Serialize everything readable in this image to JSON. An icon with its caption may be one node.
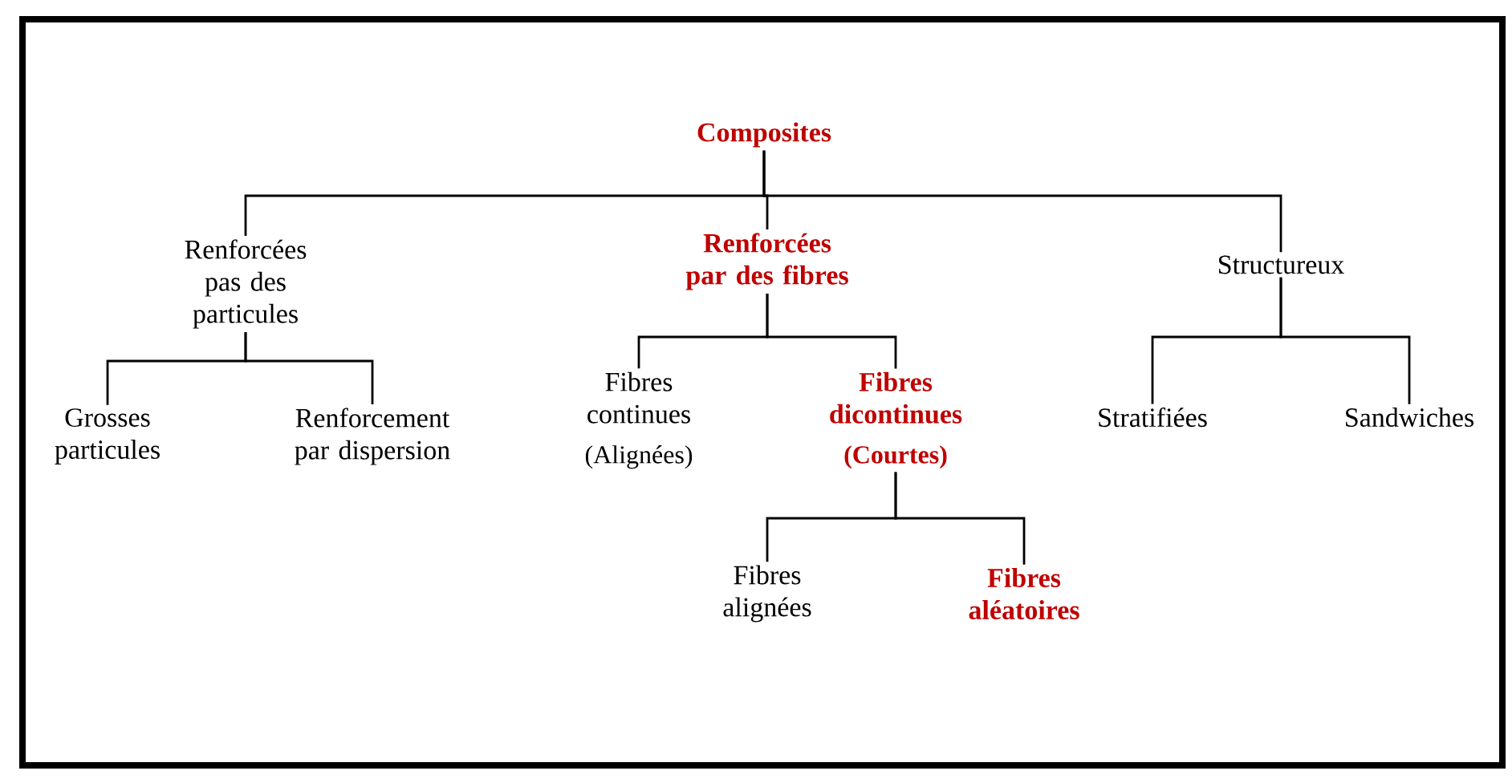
{
  "diagram": {
    "nodes": [
      {
        "text": [
          "Composites"
        ]
      },
      {
        "text": [
          "Renforcées pas des particules"
        ]
      },
      {
        "text": [
          "Renforcées par des fibres"
        ]
      },
      {
        "text": [
          "Structureux"
        ]
      },
      {
        "text": [
          "Grosses particules"
        ]
      },
      {
        "text": [
          "Renforcement par dispersion"
        ]
      },
      {
        "text": [
          "Fibres continues",
          "(Alignées)"
        ]
      },
      {
        "text": [
          "Fibres dicontinues",
          "(Courtes)"
        ]
      },
      {
        "text": [
          "Stratifiées"
        ]
      },
      {
        "text": [
          "Sandwiches"
        ]
      },
      {
        "text": [
          "Fibres alignées"
        ]
      },
      {
        "text": [
          "Fibres aléatoires"
        ]
      }
    ],
    "edges": [
      {
        "from": 0,
        "to": 1,
        "arrow": "none"
      },
      {
        "from": 0,
        "to": 2,
        "arrow": "none"
      },
      {
        "from": 0,
        "to": 3,
        "arrow": "none"
      },
      {
        "from": 1,
        "to": 4,
        "arrow": "none"
      },
      {
        "from": 1,
        "to": 5,
        "arrow": "none"
      },
      {
        "from": 2,
        "to": 6,
        "arrow": "none"
      },
      {
        "from": 2,
        "to": 7,
        "arrow": "none"
      },
      {
        "from": 3,
        "to": 8,
        "arrow": "none"
      },
      {
        "from": 3,
        "to": 9,
        "arrow": "none"
      },
      {
        "from": 7,
        "to": 10,
        "arrow": "none"
      },
      {
        "from": 7,
        "to": 11,
        "arrow": "none"
      }
    ]
  }
}
